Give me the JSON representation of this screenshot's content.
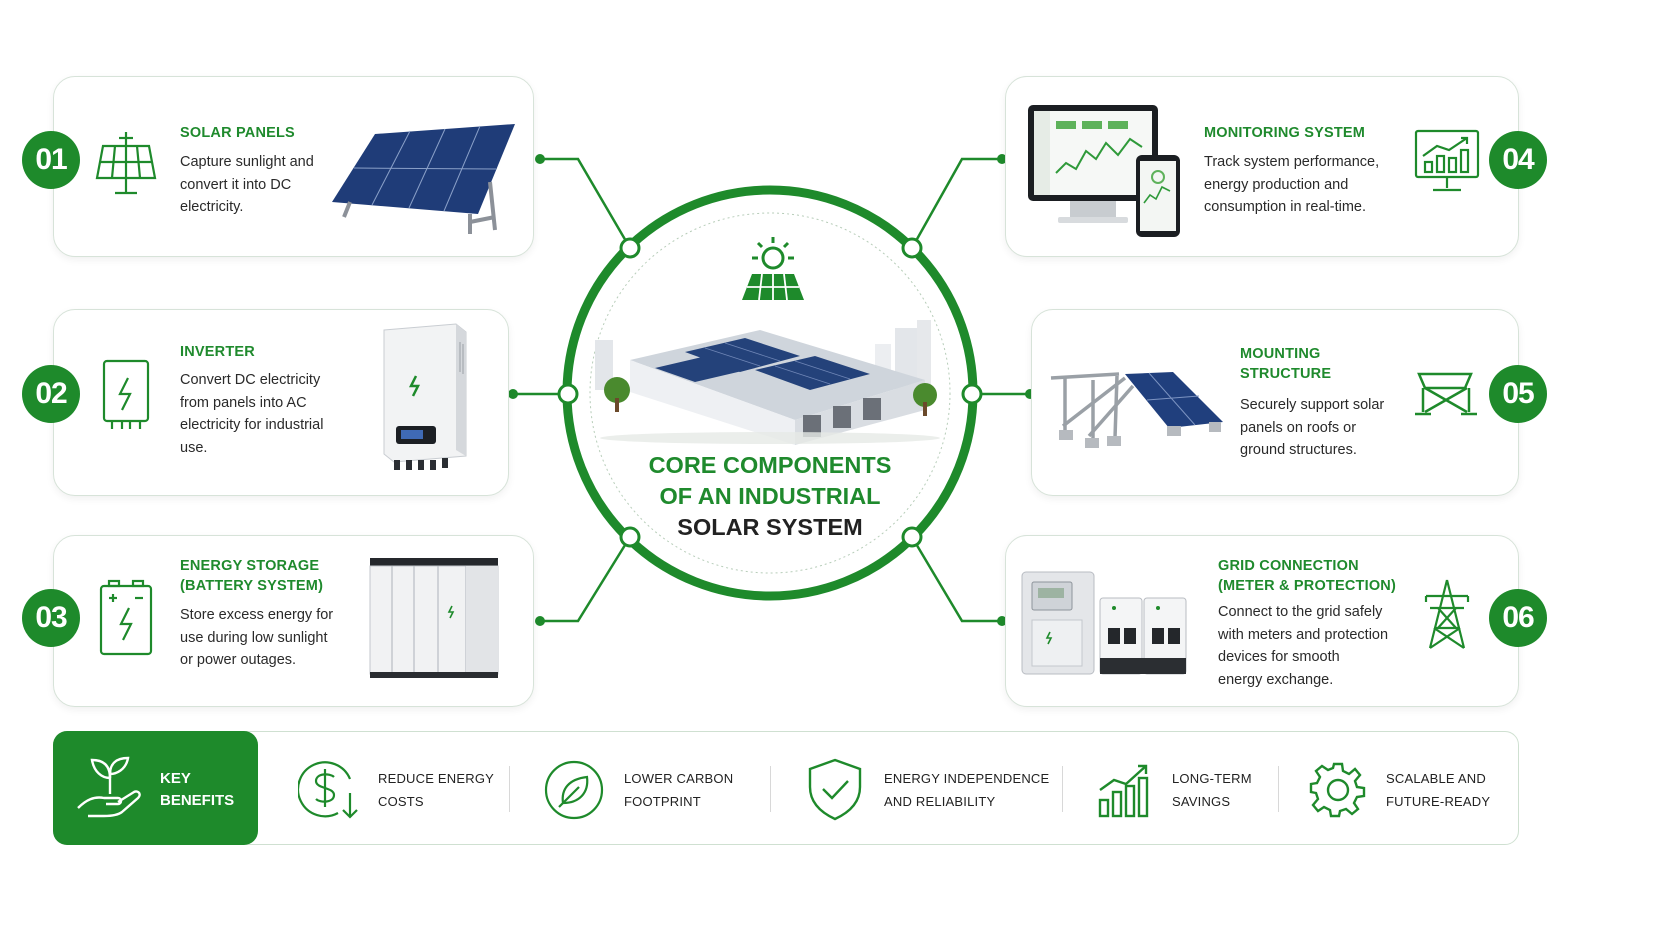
{
  "center": {
    "title_line1": "CORE COMPONENTS",
    "title_line2": "OF AN INDUSTRIAL",
    "title_line3": "SOLAR SYSTEM"
  },
  "components": [
    {
      "number": "01",
      "title": "SOLAR PANELS",
      "desc": [
        "Capture sunlight and",
        "convert it into DC",
        "electricity."
      ],
      "icon": "solar-panel-icon"
    },
    {
      "number": "02",
      "title": "INVERTER",
      "desc": [
        "Convert DC electricity",
        "from panels into AC",
        "electricity for industrial",
        "use."
      ],
      "icon": "inverter-icon"
    },
    {
      "number": "03",
      "title_lines": [
        "ENERGY STORAGE",
        "(BATTERY SYSTEM)"
      ],
      "desc": [
        "Store excess energy for",
        "use during low sunlight",
        "or power outages."
      ],
      "icon": "battery-icon"
    },
    {
      "number": "04",
      "title": "MONITORING SYSTEM",
      "desc": [
        "Track system performance,",
        "energy production and",
        "consumption in real-time."
      ],
      "icon": "monitor-chart-icon"
    },
    {
      "number": "05",
      "title_lines": [
        "MOUNTING",
        "STRUCTURE"
      ],
      "desc": [
        "Securely support solar",
        "panels on roofs or",
        "ground structures."
      ],
      "icon": "mounting-frame-icon"
    },
    {
      "number": "06",
      "title_lines": [
        "GRID CONNECTION",
        "(METER & PROTECTION)"
      ],
      "desc": [
        "Connect to the grid safely",
        "with meters and protection",
        "devices for smooth",
        "energy exchange."
      ],
      "icon": "transmission-tower-icon"
    }
  ],
  "benefits": {
    "heading": [
      "KEY",
      "BENEFITS"
    ],
    "items": [
      {
        "lines": [
          "REDUCE ENERGY",
          "COSTS"
        ],
        "icon": "dollar-down-icon"
      },
      {
        "lines": [
          "LOWER CARBON",
          "FOOTPRINT"
        ],
        "icon": "leaf-icon"
      },
      {
        "lines": [
          "ENERGY INDEPENDENCE",
          "AND RELIABILITY"
        ],
        "icon": "shield-check-icon"
      },
      {
        "lines": [
          "LONG-TERM",
          "SAVINGS"
        ],
        "icon": "growth-chart-icon"
      },
      {
        "lines": [
          "SCALABLE AND",
          "FUTURE-READY"
        ],
        "icon": "gear-icon"
      }
    ]
  },
  "colors": {
    "primary": "#1e8a2b",
    "card_border": "#d7e3d9",
    "text": "#222222"
  }
}
